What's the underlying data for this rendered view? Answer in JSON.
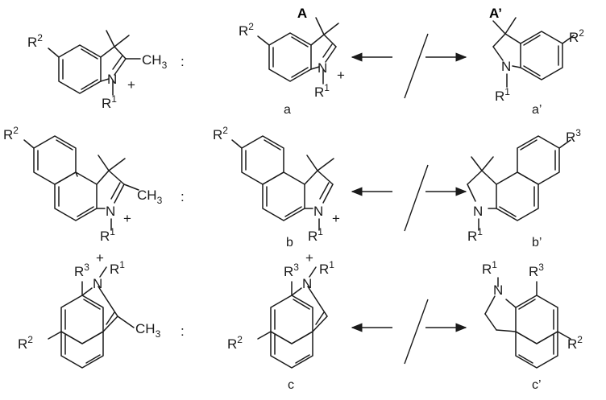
{
  "headers": {
    "a": "A",
    "a_prime": "A’"
  },
  "separator": ":",
  "subst": {
    "R1": "R",
    "R2": "R",
    "R3": "R",
    "n1": "1",
    "n2": "2",
    "n3": "3",
    "N": "N",
    "plus": "+",
    "CH3": "CH",
    "n_ch3": "3"
  },
  "captions": {
    "a": "a",
    "a_prime": "a’",
    "b": "b",
    "b_prime": "b’",
    "c": "c",
    "c_prime": "c’"
  },
  "colors": {
    "ink": "#1a1a1a"
  }
}
